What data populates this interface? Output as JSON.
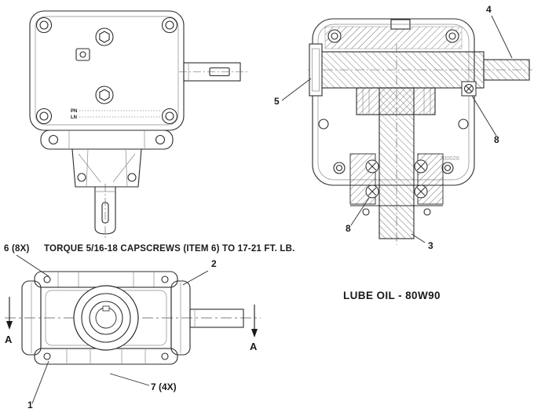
{
  "page": {
    "background": "#ffffff",
    "line_color": "#2b2b2b"
  },
  "notes": {
    "torque_callout": "6 (8X)",
    "torque_text": "TORQUE 5/16-18 CAPSCREWS (ITEM 6) TO 17-21 FT. LB.",
    "lube_oil": "LUBE OIL - 80W90",
    "part_watermark": "700026"
  },
  "front_view": {
    "pn_label": "PN",
    "ln_label": "LN"
  },
  "section_markers": {
    "label": "A"
  },
  "callouts": {
    "item_1": "1",
    "item_2": "2",
    "item_3": "3",
    "item_4": "4",
    "item_5": "5",
    "item_7": "7 (4X)",
    "item_8": "8"
  }
}
